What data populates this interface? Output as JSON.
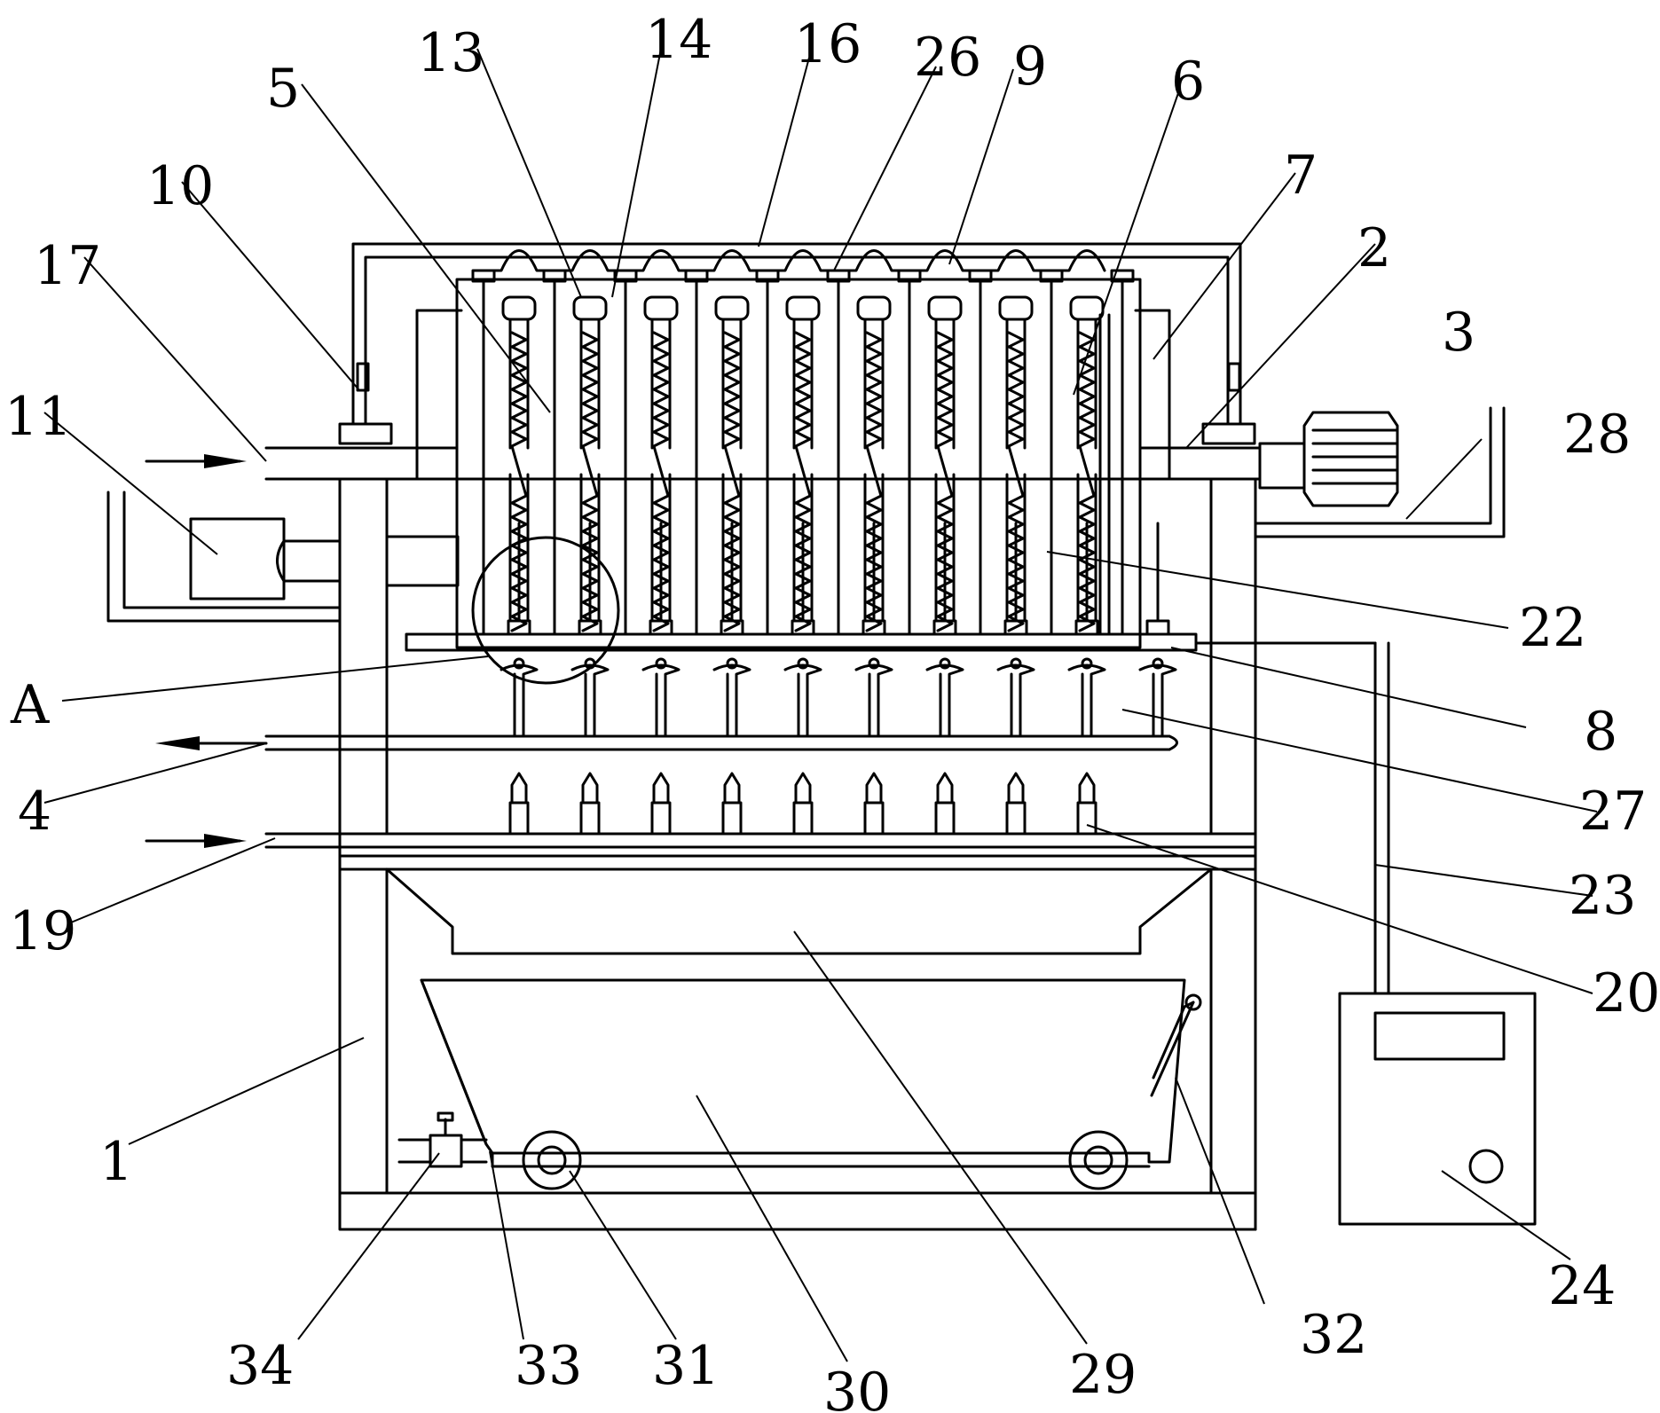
{
  "labels": {
    "l1": "1",
    "l2": "2",
    "l3": "3",
    "l4": "4",
    "l5": "5",
    "l6": "6",
    "l7": "7",
    "l8": "8",
    "l9": "9",
    "l10": "10",
    "l11": "11",
    "l13": "13",
    "l14": "14",
    "l16": "16",
    "l17": "17",
    "l19": "19",
    "l20": "20",
    "l22": "22",
    "l23": "23",
    "l24": "24",
    "l26": "26",
    "l27": "27",
    "l28": "28",
    "l29": "29",
    "l30": "30",
    "l31": "31",
    "l32": "32",
    "l33": "33",
    "l34": "34",
    "lA": "A"
  }
}
